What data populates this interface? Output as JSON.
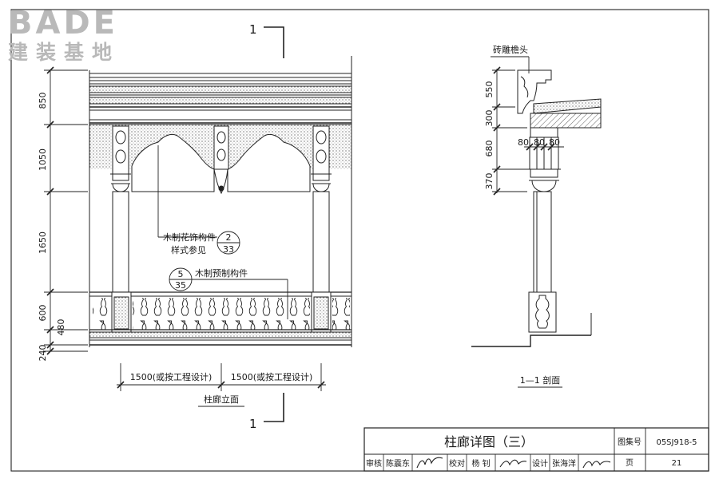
{
  "logo": {
    "latin": "BADE",
    "cjk": "建装基地"
  },
  "elevation": {
    "dims_vertical": [
      "850",
      "1050",
      "1650",
      "600",
      "480",
      "240"
    ],
    "dims_horizontal": [
      "1500(或按工程设计)",
      "1500(或按工程设计)"
    ],
    "callouts": [
      {
        "text": "木制花饰构件",
        "text2": "样式参见",
        "top": "2",
        "bottom": "33"
      },
      {
        "text": "木制预制构件",
        "top": "5",
        "bottom": "35"
      }
    ],
    "section_mark": "1",
    "caption": "柱廊立面"
  },
  "section": {
    "label_top": "砖雕檐头",
    "dims_vertical": [
      "550",
      "300",
      "680",
      "370"
    ],
    "dims_horizontal": [
      "80",
      "80",
      "80"
    ],
    "caption": "1—1 剖面"
  },
  "title_block": {
    "title": "柱廊详图（三）",
    "atlas_label": "图集号",
    "atlas_no": "05SJ918-5",
    "page_label": "页",
    "page_no": "21",
    "roles": [
      {
        "role": "审核",
        "name": "陈震东"
      },
      {
        "role": "校对",
        "name": "杨 钊"
      },
      {
        "role": "设计",
        "name": "张海洋"
      }
    ]
  }
}
